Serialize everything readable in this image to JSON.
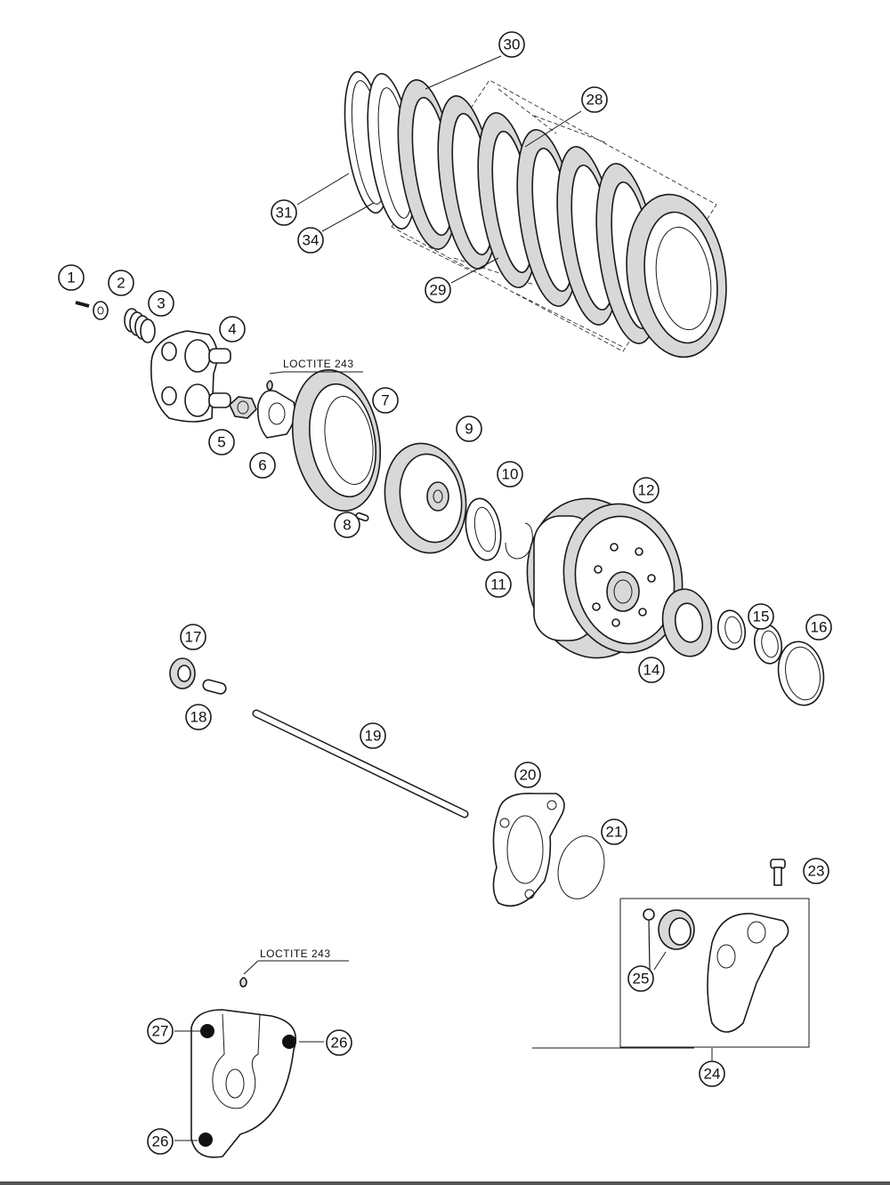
{
  "callouts": {
    "c1": "1",
    "c2": "2",
    "c3": "3",
    "c4": "4",
    "c5": "5",
    "c6": "6",
    "c7": "7",
    "c8": "8",
    "c9": "9",
    "c10": "10",
    "c11": "11",
    "c12": "12",
    "c14": "14",
    "c15": "15",
    "c16": "16",
    "c17": "17",
    "c18": "18",
    "c19": "19",
    "c20": "20",
    "c21": "21",
    "c23": "23",
    "c24": "24",
    "c25": "25",
    "c26a": "26",
    "c26b": "26",
    "c27": "27",
    "c28": "28",
    "c29": "29",
    "c30": "30",
    "c31": "31",
    "c34": "34"
  },
  "notes": {
    "loctite_top": "LOCTITE 243",
    "loctite_bottom": "LOCTITE 243"
  }
}
